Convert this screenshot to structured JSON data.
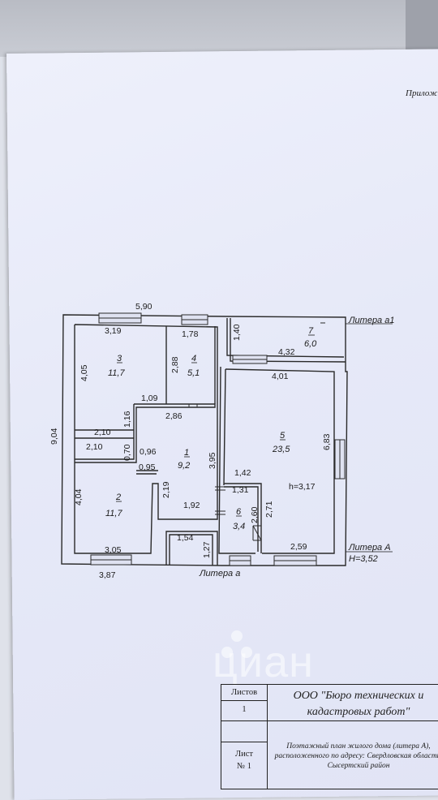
{
  "header_note": "Прилож",
  "litera": {
    "a1": "Литера а1",
    "A": "Литера А",
    "height": "H=3,52",
    "a": "Литера а"
  },
  "rooms": [
    {
      "num": "1",
      "area": "9,2"
    },
    {
      "num": "2",
      "area": "11,7"
    },
    {
      "num": "3",
      "area": "11,7"
    },
    {
      "num": "4",
      "area": "5,1"
    },
    {
      "num": "5",
      "area": "23,5"
    },
    {
      "num": "6",
      "area": "3,4"
    },
    {
      "num": "7",
      "area": "6,0"
    }
  ],
  "room_height": "h=3,17",
  "dims": {
    "total_width": "5,90",
    "total_height": "9,04",
    "bottom_width": "3,87",
    "d_3_19": "3,19",
    "d_1_78": "1,78",
    "d_1_40": "1,40",
    "d_4_32": "4,32",
    "d_4_05": "4,05",
    "d_2_88": "2,88",
    "d_4_01": "4,01",
    "d_1_09": "1,09",
    "d_1_16": "1,16",
    "d_2_86": "2,86",
    "d_6_83": "6,83",
    "d_2_10a": "2,10",
    "d_2_10b": "2,10",
    "d_0_70": "0,70",
    "d_0_96": "0,96",
    "d_0_95": "0,95",
    "d_3_95": "3,95",
    "d_1_42": "1,42",
    "d_1_31": "1,31",
    "d_4_04": "4,04",
    "d_2_19": "2,19",
    "d_2_60": "2,60",
    "d_2_71": "2,71",
    "d_1_92": "1,92",
    "d_1_54": "1,54",
    "d_1_27": "1,27",
    "d_3_05": "3,05",
    "d_2_59": "2,59"
  },
  "watermark": "циан",
  "stamp": {
    "sheets_label": "Листов",
    "sheets_value": "1",
    "org": "ООО \"Бюро технических и кадастровых работ\"",
    "sheet_label": "Лист",
    "sheet_value": "№ 1",
    "description": "Поэтажный план жилого дома (литера А), расположенного по адресу: Свердловская область, Сысертский район"
  }
}
